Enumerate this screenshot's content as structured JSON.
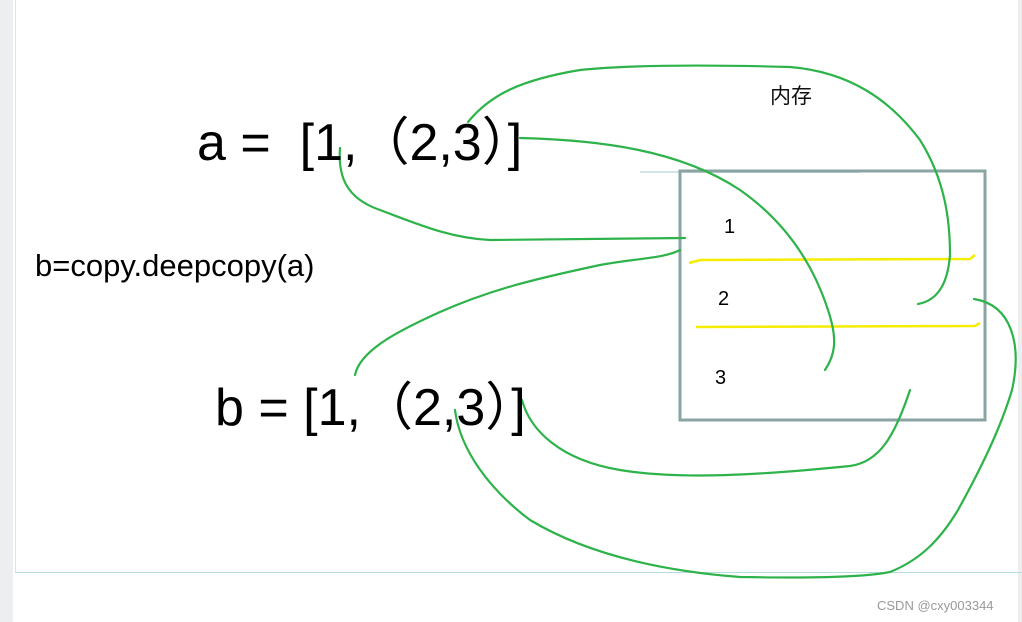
{
  "expr_a": "a =  [1,（2,3）]",
  "code": "b=copy.deepcopy(a)",
  "expr_b": "b = [1,（2,3）]",
  "memory_label": "内存",
  "memory_items": [
    "1",
    "2",
    "3"
  ],
  "watermark": "CSDN @cxy003344",
  "colors": {
    "arrow": "#2db34a",
    "divider": "#f5ec00",
    "box": "#8aa3a3"
  }
}
